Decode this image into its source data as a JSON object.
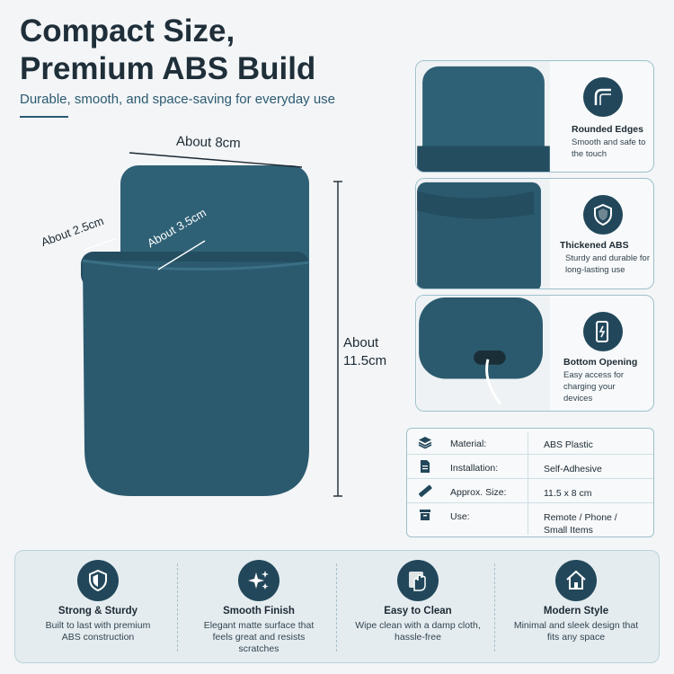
{
  "header": {
    "title_line1": "Compact Size,",
    "title_line2": "Premium ABS Build",
    "subtitle": "Durable, smooth, and space-saving for everyday use"
  },
  "dimensions": {
    "width": "About 8cm",
    "depth": "About 2.5cm",
    "inner": "About 3.5cm",
    "height_line1": "About",
    "height_line2": "11.5cm"
  },
  "features": [
    {
      "title": "Rounded Edges",
      "desc": "Smooth and safe to the touch",
      "icon": "rounded-corner-icon"
    },
    {
      "title": "Thickened ABS",
      "desc": "Sturdy and durable for long-lasting use",
      "icon": "shield-icon"
    },
    {
      "title": "Bottom Opening",
      "desc": "Easy access for charging your devices",
      "icon": "charging-phone-icon"
    }
  ],
  "specs": [
    {
      "key": "Material:",
      "value": "ABS Plastic",
      "icon": "layers-icon"
    },
    {
      "key": "Installation:",
      "value": "Self-Adhesive",
      "icon": "document-icon"
    },
    {
      "key": "Approx. Size:",
      "value": "11.5 x 8 cm",
      "icon": "ruler-icon"
    },
    {
      "key": "Use:",
      "value": "Remote / Phone / Small Items",
      "icon": "box-icon"
    }
  ],
  "benefits": [
    {
      "title": "Strong & Sturdy",
      "desc": "Built to last with premium ABS construction",
      "icon": "shield-check-icon"
    },
    {
      "title": "Smooth Finish",
      "desc": "Elegant matte surface that feels great and resists scratches",
      "icon": "sparkle-icon"
    },
    {
      "title": "Easy to Clean",
      "desc": "Wipe clean with a damp cloth, hassle-free",
      "icon": "hand-wipe-icon"
    },
    {
      "title": "Modern Style",
      "desc": "Minimal and sleek design that fits any space",
      "icon": "home-icon"
    }
  ],
  "colors": {
    "product": "#2b5a6e",
    "accent": "#22475a",
    "border": "#9fc0cc"
  }
}
